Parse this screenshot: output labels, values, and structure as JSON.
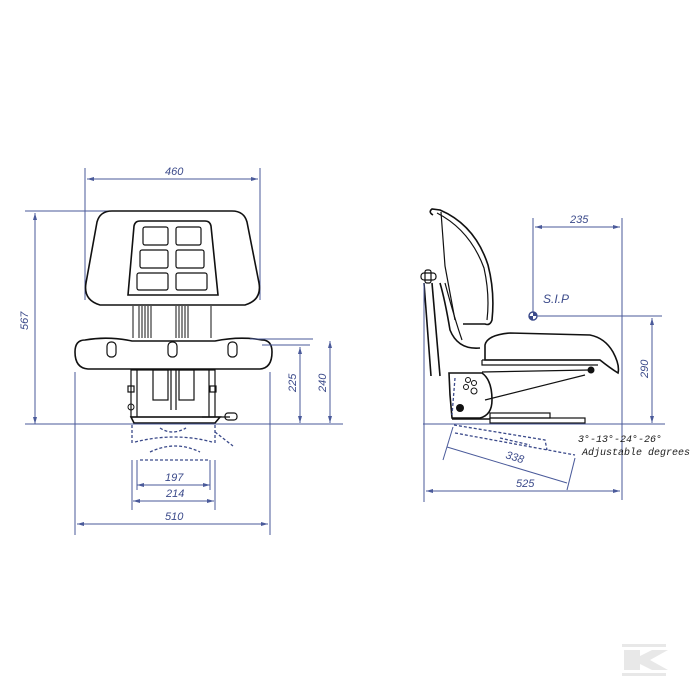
{
  "front_view": {
    "dimensions": {
      "backrest_width": "460",
      "overall_height": "567",
      "seat_height_inner": "225",
      "seat_height_outer": "240",
      "rail_spacing_inner": "197",
      "rail_spacing_outer": "214",
      "overall_width": "510"
    }
  },
  "side_view": {
    "dimensions": {
      "sip_offset": "235",
      "sip_height": "290",
      "slide_length": "338",
      "overall_depth": "525"
    },
    "sip_label": "S.I.P",
    "angles_label": "3°-13°-24°-26°",
    "angles_caption": "Adjustable degrees"
  },
  "colors": {
    "dimension_line": "#4a5a9a",
    "outline": "#111111",
    "watermark": "#e6e6e6"
  },
  "watermark": {
    "icon": "brand-k-logo-icon"
  }
}
